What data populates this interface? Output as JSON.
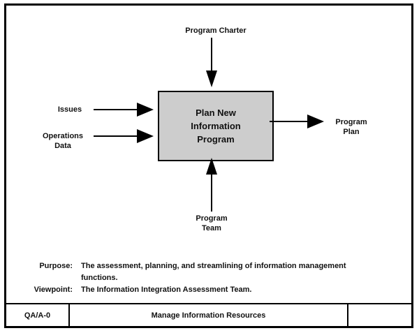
{
  "diagram": {
    "activity_box": {
      "lines": [
        "Plan New",
        "Information",
        "Program"
      ],
      "fill": "#cdcdcd"
    },
    "control": {
      "label": "Program Charter"
    },
    "inputs": [
      {
        "lines": [
          "Issues"
        ]
      },
      {
        "lines": [
          "Operations",
          "Data"
        ]
      }
    ],
    "output": {
      "lines": [
        "Program",
        "Plan"
      ]
    },
    "mechanism": {
      "lines": [
        "Program",
        "Team"
      ]
    }
  },
  "notes": {
    "purpose_label": "Purpose:",
    "purpose_line1": "The assessment, planning, and streamlining of information management",
    "purpose_line2": "functions.",
    "viewpoint_label": "Viewpoint:",
    "viewpoint_text": "The Information Integration Assessment Team."
  },
  "title_bar": {
    "node_ref": "QA/A-0",
    "title": "Manage Information Resources",
    "number": ""
  },
  "colors": {
    "line": "#000000",
    "text": "#111111",
    "box_fill": "#cdcdcd",
    "background": "#ffffff"
  }
}
